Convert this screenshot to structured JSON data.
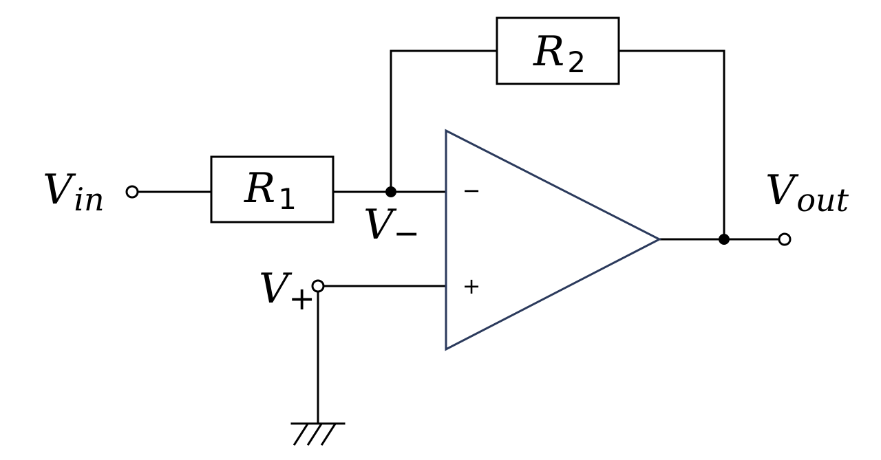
{
  "labels": {
    "vin": {
      "main": "V",
      "sub": "in"
    },
    "r1": {
      "main": "R",
      "sub": "1"
    },
    "r2": {
      "main": "R",
      "sub": "2"
    },
    "vminus": {
      "main": "V",
      "sub": "−"
    },
    "vplus": {
      "main": "V",
      "sub": "+"
    },
    "vout": {
      "main": "V",
      "sub": "out"
    }
  },
  "opamp": {
    "minus_sign": "−",
    "plus_sign": "+"
  },
  "colors": {
    "wire": "#000000",
    "opamp_outline": "#2b3a5c"
  }
}
